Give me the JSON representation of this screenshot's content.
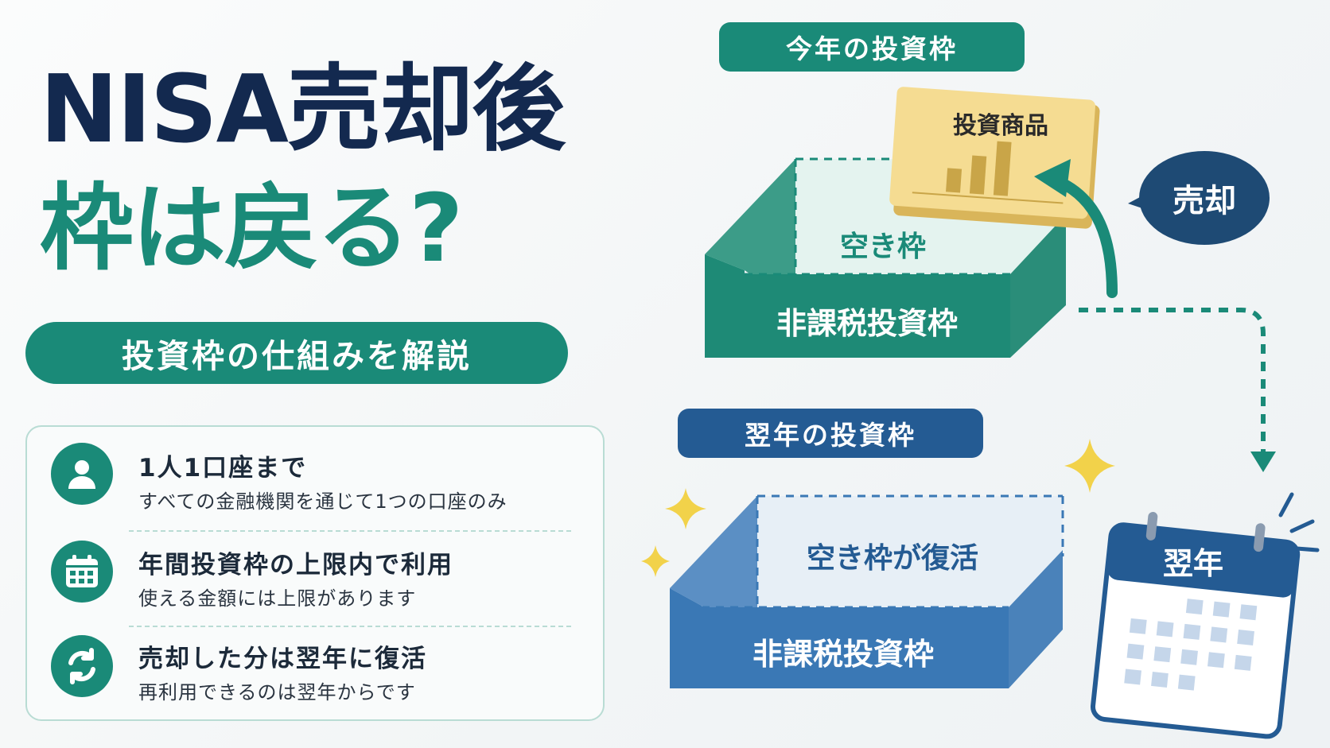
{
  "title": {
    "line1": "NISA売却後",
    "line2": "枠は戻る?"
  },
  "subtitle": "投資枠の仕組みを解説",
  "points": [
    {
      "icon": "person-icon",
      "title": "1人1口座まで",
      "desc": "すべての金融機関を通じて1つの口座のみ"
    },
    {
      "icon": "calendar-icon",
      "title": "年間投資枠の上限内で利用",
      "desc": "使える金額には上限があります"
    },
    {
      "icon": "refresh-icon",
      "title": "売却した分は翌年に復活",
      "desc": "再利用できるのは翌年からです"
    }
  ],
  "diagram": {
    "this_year_tag": "今年の投資枠",
    "next_year_tag": "翌年の投資枠",
    "product_card": "投資商品",
    "empty_slot": "空き枠",
    "tax_free_box": "非課税投資枠",
    "sell_label": "売却",
    "restored_slot": "空き枠が復活",
    "tax_free_box_next": "非課税投資枠",
    "calendar_label": "翌年"
  },
  "colors": {
    "navy": "#13294f",
    "teal": "#1a8a78",
    "blue": "#3a78b5",
    "gold": "#f4d98a"
  }
}
